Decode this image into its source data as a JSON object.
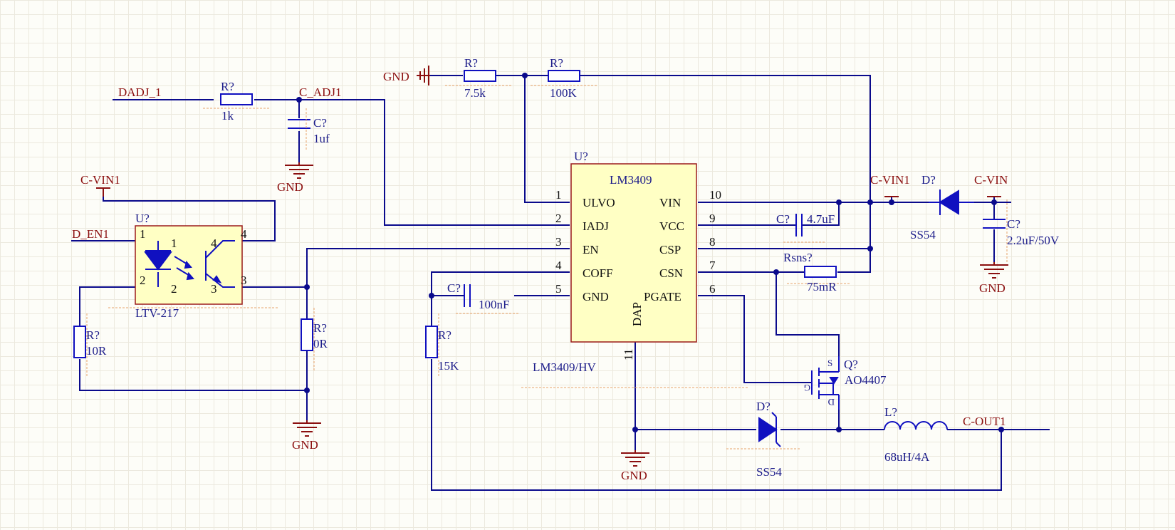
{
  "net_labels": {
    "dadj": "DADJ_1",
    "c_adj": "C_ADJ1",
    "c_vin1_left": "C-VIN1",
    "d_en": "D_EN1",
    "c_vin1_right": "C-VIN1",
    "c_vin": "C-VIN",
    "c_out": "C-OUT1"
  },
  "power": {
    "gnd_top": "GND",
    "gnd_cap": "GND",
    "gnd_0r": "GND",
    "gnd_ic": "GND",
    "gnd_right": "GND"
  },
  "components": {
    "r_1k": {
      "designator": "R?",
      "value": "1k"
    },
    "c_1uf": {
      "designator": "C?",
      "value": "1uf"
    },
    "r_7k5": {
      "designator": "R?",
      "value": "7.5k"
    },
    "r_100k": {
      "designator": "R?",
      "value": "100K"
    },
    "optocoupler": {
      "designator": "U?",
      "part": "LTV-217",
      "pins": [
        "1",
        "2",
        "4",
        "3",
        "1",
        "2",
        "4",
        "3"
      ]
    },
    "r_10r": {
      "designator": "R?",
      "value": "10R"
    },
    "r_0r": {
      "designator": "R?",
      "value": "0R"
    },
    "r_15k": {
      "designator": "R?",
      "value": "15K"
    },
    "c_100nf": {
      "designator": "C?",
      "value": "100nF"
    },
    "c_4u7": {
      "designator": "C?",
      "value": "4.7uF"
    },
    "r_sense": {
      "designator": "Rsns?",
      "value": "75mR"
    },
    "d_in": {
      "designator": "D?",
      "value": "SS54"
    },
    "c_in": {
      "designator": "C?",
      "value": "2.2uF/50V"
    },
    "mosfet": {
      "designator": "Q?",
      "part": "AO4407",
      "pins": {
        "s": "S",
        "g": "G",
        "d": "D"
      }
    },
    "d_fw": {
      "designator": "D?",
      "value": "SS54"
    },
    "inductor": {
      "designator": "L?",
      "value": "68uH/4A"
    }
  },
  "ic": {
    "designator": "U?",
    "part": "LM3409",
    "comment": "LM3409/HV",
    "left_pins": [
      {
        "num": "1",
        "name": "ULVO"
      },
      {
        "num": "2",
        "name": "IADJ"
      },
      {
        "num": "3",
        "name": "EN"
      },
      {
        "num": "4",
        "name": "COFF"
      },
      {
        "num": "5",
        "name": "GND"
      }
    ],
    "right_pins": [
      {
        "num": "10",
        "name": "VIN"
      },
      {
        "num": "9",
        "name": "VCC"
      },
      {
        "num": "8",
        "name": "CSP"
      },
      {
        "num": "7",
        "name": "CSN"
      },
      {
        "num": "6",
        "name": "PGATE"
      }
    ],
    "bottom_pin": {
      "num": "11",
      "name": "DAP"
    }
  },
  "colors": {
    "wire": "#0a0a8c",
    "component": "#1010c0",
    "label": "#8b0f0f",
    "ic_fill": "#ffffc4",
    "grid": "#ece9de"
  }
}
